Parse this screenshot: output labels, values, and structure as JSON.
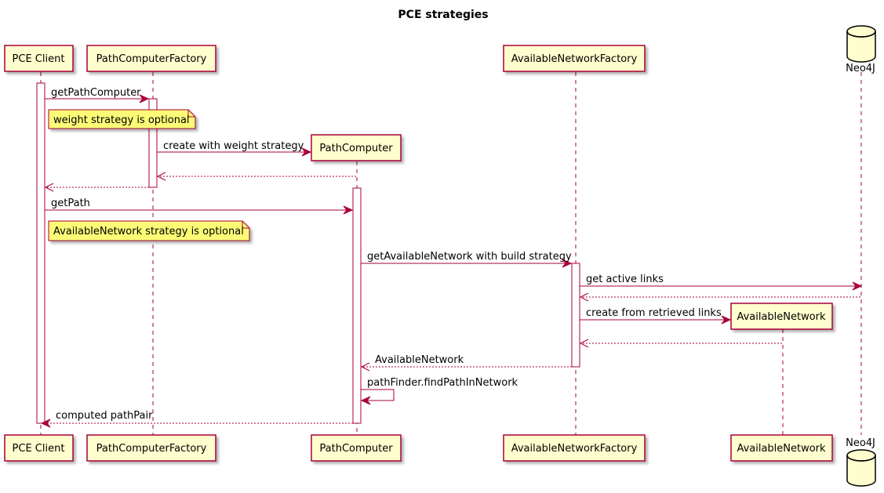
{
  "diagram": {
    "title": "PCE strategies",
    "participants": {
      "pce_client": "PCE Client",
      "path_computer_factory": "PathComputerFactory",
      "path_computer": "PathComputer",
      "available_network_factory": "AvailableNetworkFactory",
      "available_network": "AvailableNetwork",
      "neo4j": "Neo4J"
    },
    "messages": {
      "get_path_computer": "getPathComputer",
      "create_with_weight_strategy": "create with weight strategy",
      "get_path": "getPath",
      "get_available_network": "getAvailableNetwork with build strategy",
      "get_active_links": "get active links",
      "create_from_retrieved_links": "create from retrieved links",
      "available_network_return": "AvailableNetwork",
      "find_path_in_network": "pathFinder.findPathInNetwork",
      "computed_path_pair": "computed pathPair"
    },
    "notes": {
      "weight_strategy_optional": "weight strategy is optional",
      "available_network_strategy_optional": "AvailableNetwork strategy is optional"
    },
    "colors": {
      "line": "#A80036",
      "participant_fill": "#FEFECE",
      "note_fill": "#FBFB77"
    }
  }
}
